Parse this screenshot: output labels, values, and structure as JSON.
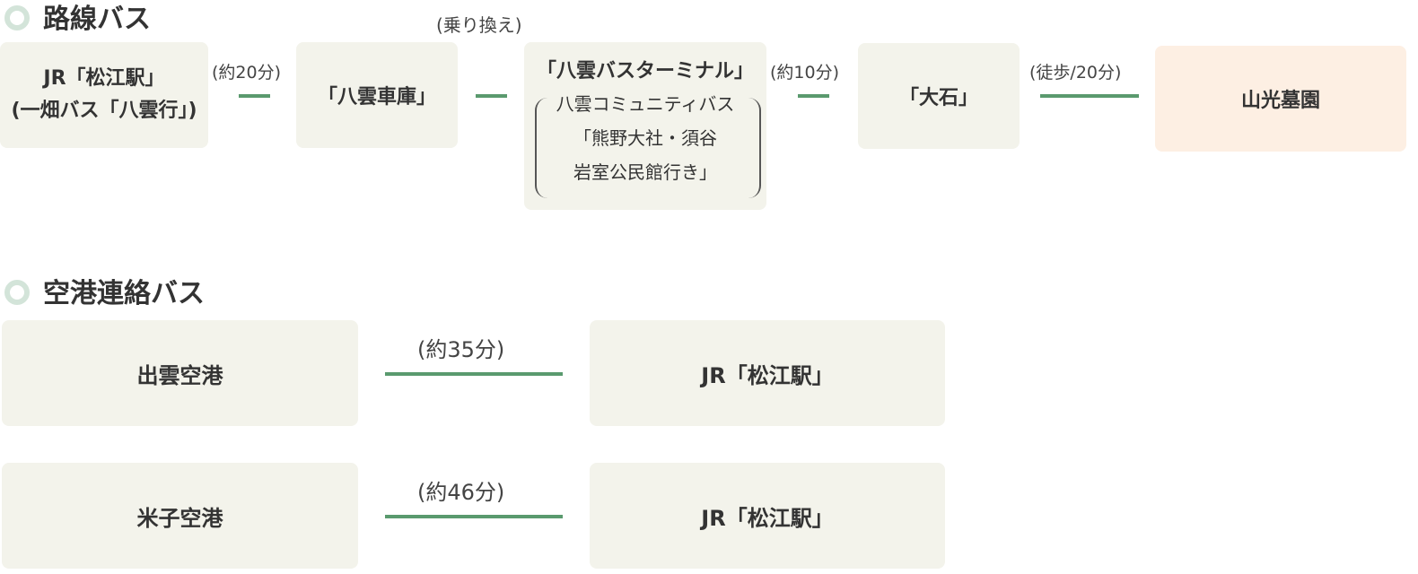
{
  "colors": {
    "line": "#5a9a6e",
    "box": "#f3f3eb",
    "destination": "#fdefe3",
    "ring": "#d3e4d9"
  },
  "route_bus": {
    "heading": "路線バス",
    "start": {
      "line1": "JR「松江駅」",
      "line2": "(一畑バス「八雲行」)"
    },
    "leg1": "(約20分)",
    "stop1": "「八雲車庫」",
    "transfer": "(乗り換え)",
    "terminal": {
      "title": "「八雲バスターミナル」",
      "sub1": "八雲コミュニティバス",
      "sub2": "「熊野大社・須谷",
      "sub3": "岩室公民館行き」"
    },
    "leg2": "(約10分)",
    "stop2": "「大石」",
    "leg3": "(徒歩/20分)",
    "destination": "山光墓園"
  },
  "airport_bus": {
    "heading": "空港連絡バス",
    "rows": [
      {
        "from": "出雲空港",
        "time": "(約35分)",
        "to": "JR「松江駅」"
      },
      {
        "from": "米子空港",
        "time": "(約46分)",
        "to": "JR「松江駅」"
      }
    ]
  }
}
